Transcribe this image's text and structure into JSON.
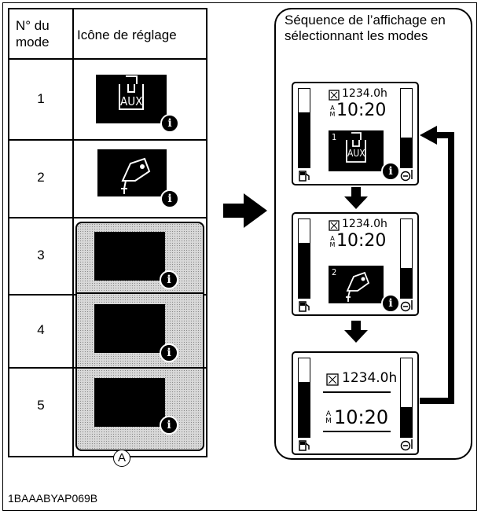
{
  "table": {
    "col1_header": "N° du mode",
    "col2_header": "Icône de réglage",
    "modes": [
      "1",
      "2",
      "3",
      "4",
      "5"
    ],
    "callout": "A",
    "aux_label": "AUX"
  },
  "sequence": {
    "title": "Séquence de l’affichage en sélectionnant les modes",
    "hour_meter": "1234.0h",
    "clock": "10:20",
    "ampm_top": "A",
    "ampm_bottom": "M",
    "screen1_mode": "1",
    "screen2_mode": "2"
  },
  "figure_code": "1BAAABYAP069B",
  "gauges": {
    "fuel_level": 0.7,
    "temp_level": 0.38
  }
}
